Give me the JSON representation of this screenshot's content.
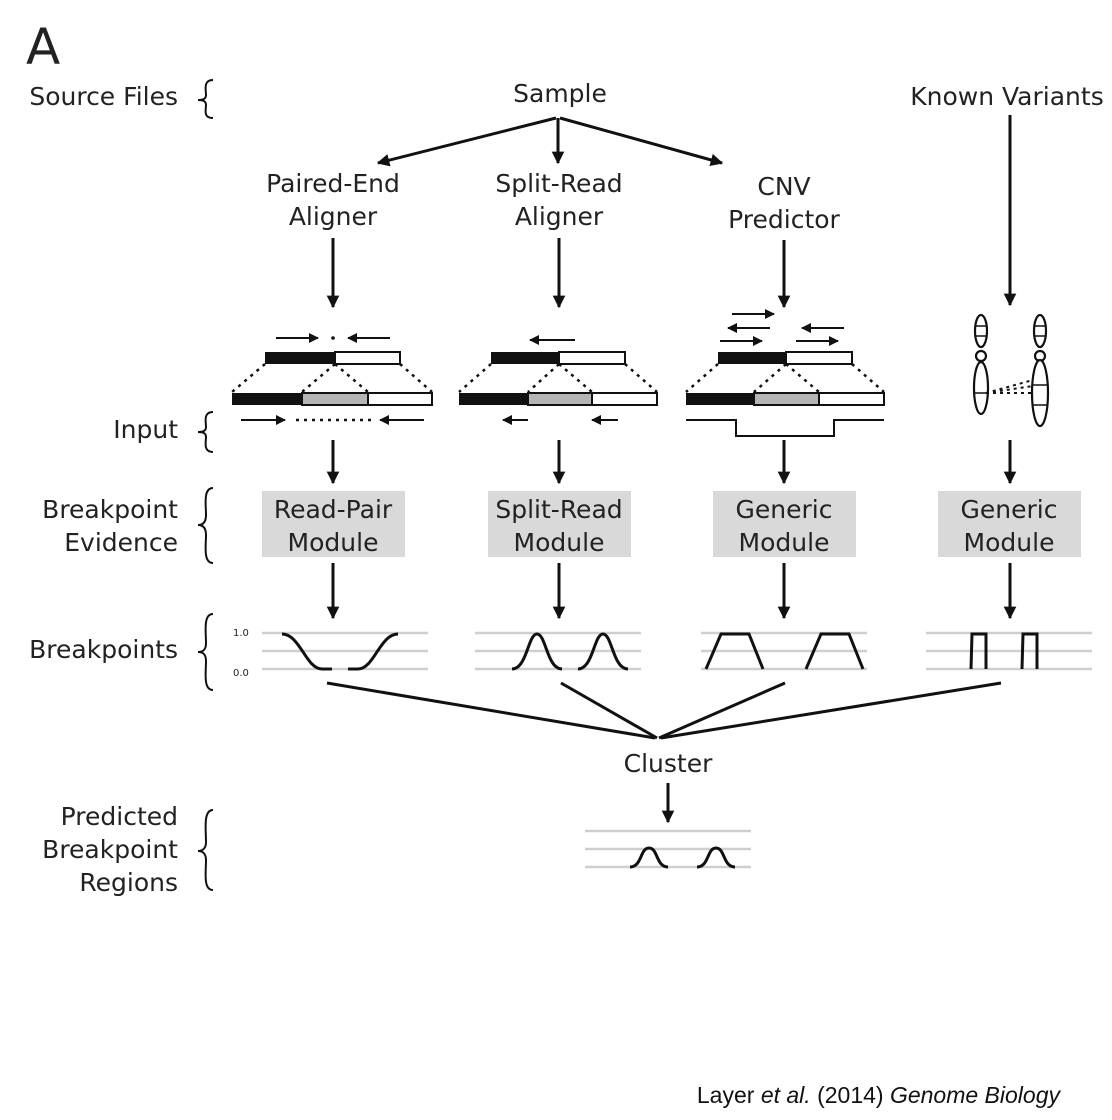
{
  "panel_label": "A",
  "row_labels": {
    "source_files": "Source Files",
    "input": "Input",
    "breakpoint_evidence_1": "Breakpoint",
    "breakpoint_evidence_2": "Evidence",
    "breakpoints": "Breakpoints",
    "predicted_1": "Predicted",
    "predicted_2": "Breakpoint",
    "predicted_3": "Regions"
  },
  "sources": {
    "sample": "Sample",
    "known_variants": "Known Variants"
  },
  "tools": {
    "paired_end_1": "Paired-End",
    "paired_end_2": "Aligner",
    "split_read_1": "Split-Read",
    "split_read_2": "Aligner",
    "cnv_1": "CNV",
    "cnv_2": "Predictor"
  },
  "modules": {
    "read_pair_1": "Read-Pair",
    "read_pair_2": "Module",
    "split_read_1": "Split-Read",
    "split_read_2": "Module",
    "generic_a_1": "Generic",
    "generic_a_2": "Module",
    "generic_b_1": "Generic",
    "generic_b_2": "Module"
  },
  "plot_ticks": {
    "top": "1.0",
    "bottom": "0.0"
  },
  "cluster": "Cluster",
  "credit": {
    "authors": "Layer ",
    "etal": "et al.",
    "year": " (2014) ",
    "journal": "Genome Biology"
  },
  "colors": {
    "module_fill": "#d9d9d9",
    "grid": "#cfcfcf",
    "ink": "#111111"
  }
}
